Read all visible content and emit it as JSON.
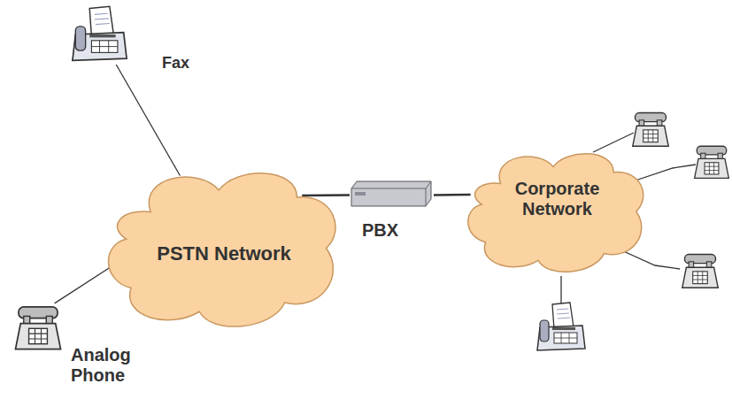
{
  "diagram": {
    "nodes": [
      {
        "text": [
          "Fax"
        ]
      },
      {
        "text": [
          "PSTN Network"
        ]
      },
      {
        "text": [
          "PBX"
        ]
      },
      {
        "text": [
          "Corporate Network"
        ]
      },
      {
        "text": [
          "Analog Phone"
        ]
      }
    ],
    "edges": [
      {
        "from": 0,
        "to": 1,
        "arrow": "none"
      },
      {
        "from": 4,
        "to": 1,
        "arrow": "none"
      },
      {
        "from": 1,
        "to": 2,
        "arrow": "none"
      },
      {
        "from": 2,
        "to": 3,
        "arrow": "none"
      }
    ]
  }
}
